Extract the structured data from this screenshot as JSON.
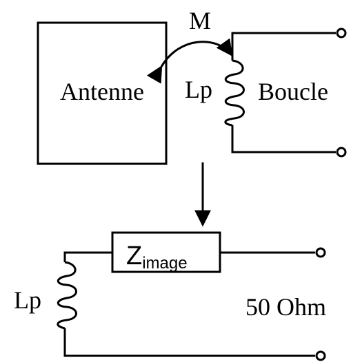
{
  "diagram": {
    "top": {
      "antenna_label": "Antenne",
      "mutual_label": "M",
      "inductor_label": "Lp",
      "loop_label": "Boucle"
    },
    "bottom": {
      "inductor_label": "Lp",
      "impedance_main": "Z",
      "impedance_sub": "image",
      "load_label": "50 Ohm"
    },
    "colors": {
      "stroke": "#000000",
      "background": "#ffffff"
    }
  }
}
